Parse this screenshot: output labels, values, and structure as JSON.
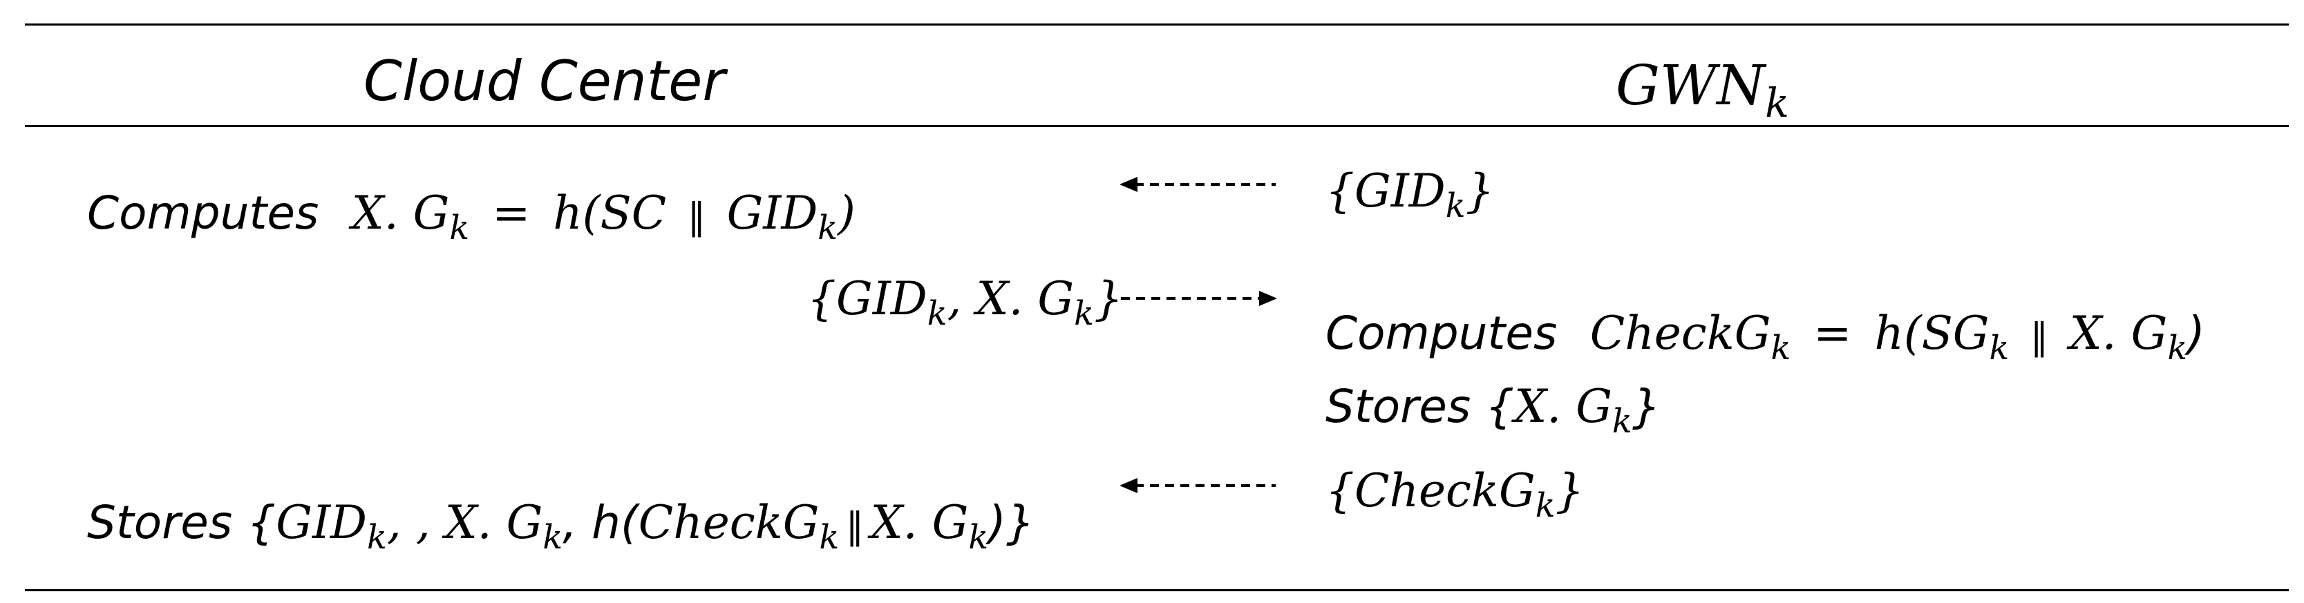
{
  "headers": {
    "left": "Cloud Center",
    "right_base": "GWN",
    "right_sub": "k"
  },
  "left": {
    "computes": {
      "verb": "Computes",
      "lhs_base": "X. G",
      "lhs_sub": "k",
      "equals": "=",
      "fn_open": "h(SC",
      "concat": "‖",
      "arg_base": "GID",
      "arg_sub": "k",
      "close": ")"
    },
    "msg_sent": {
      "open": "{GID",
      "sub1": "k",
      "mid": ", X. G",
      "sub2": "k",
      "close": "}"
    },
    "stores": {
      "verb": "Stores {",
      "a_base": "GID",
      "a_sub": "k",
      "sep1": ", , ",
      "b_base": "X. G",
      "b_sub": "k",
      "sep2": ", h(",
      "c_base": "CheckG",
      "c_sub": "k",
      "concat": "‖",
      "d_base": "X. G",
      "d_sub": "k",
      "close": ")}"
    }
  },
  "right": {
    "msg_gid": {
      "open": "{GID",
      "sub": "k",
      "close": "}"
    },
    "computes": {
      "verb": "Computes",
      "lhs_base": "CheckG",
      "lhs_sub": "k",
      "equals": "=",
      "fn_open": "h(SG",
      "fn_sub": "k",
      "concat": "‖",
      "arg_base": "X. G",
      "arg_sub": "k",
      "close": ")"
    },
    "stores": {
      "verb": "Stores {",
      "base": "X. G",
      "sub": "k",
      "close": "}"
    },
    "msg_check": {
      "open": "{CheckG",
      "sub": "k",
      "close": "}"
    }
  },
  "arrows": [
    {
      "direction": "left",
      "style": "dashed"
    },
    {
      "direction": "right",
      "style": "dashed"
    },
    {
      "direction": "left",
      "style": "dashed"
    }
  ],
  "colors": {
    "ink": "#000000",
    "background": "#ffffff"
  }
}
